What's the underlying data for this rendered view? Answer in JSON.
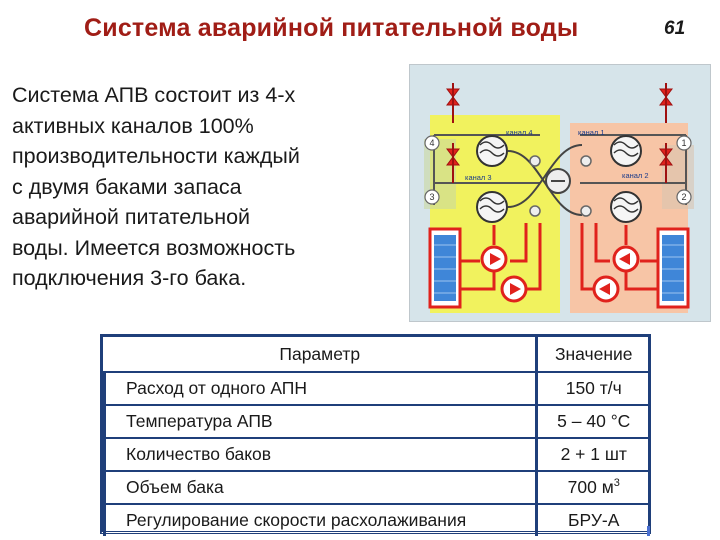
{
  "slide": {
    "title": "Система аварийной питательной воды",
    "page_number": "61"
  },
  "intro_lines": [
    "Система АПВ состоит из 4-х",
    "активных каналов 100%",
    "производительности каждый",
    "с двумя баками запаса",
    "аварийной питательной",
    "воды. Имеется возможность",
    "подключения 3-го бака."
  ],
  "diagram": {
    "channel_labels": [
      "канал 4",
      "канал 1",
      "канал 3",
      "канал 2"
    ],
    "channel_numbers": [
      "4",
      "3",
      "1",
      "2"
    ],
    "colors": {
      "yellow_zone": "#f1f25e",
      "salmon_zone": "#f7c5a6",
      "pipe_red": "#e0221c",
      "background": "#d6e4ea",
      "tank_blue": "#3f86d8"
    }
  },
  "table": {
    "headers": [
      "Параметр",
      "Значение"
    ],
    "rows": [
      {
        "parameter": "Расход от одного АПН",
        "value": "150 т/ч"
      },
      {
        "parameter": "Температура АПВ",
        "value": "5 – 40 °С"
      },
      {
        "parameter": "Количество баков",
        "value": "2 + 1 шт"
      },
      {
        "parameter": "Объем бака",
        "value": "700 м",
        "value_sup": "3"
      },
      {
        "parameter": "Регулирование скорости расхолаживания",
        "value": "БРУ-А"
      }
    ]
  }
}
